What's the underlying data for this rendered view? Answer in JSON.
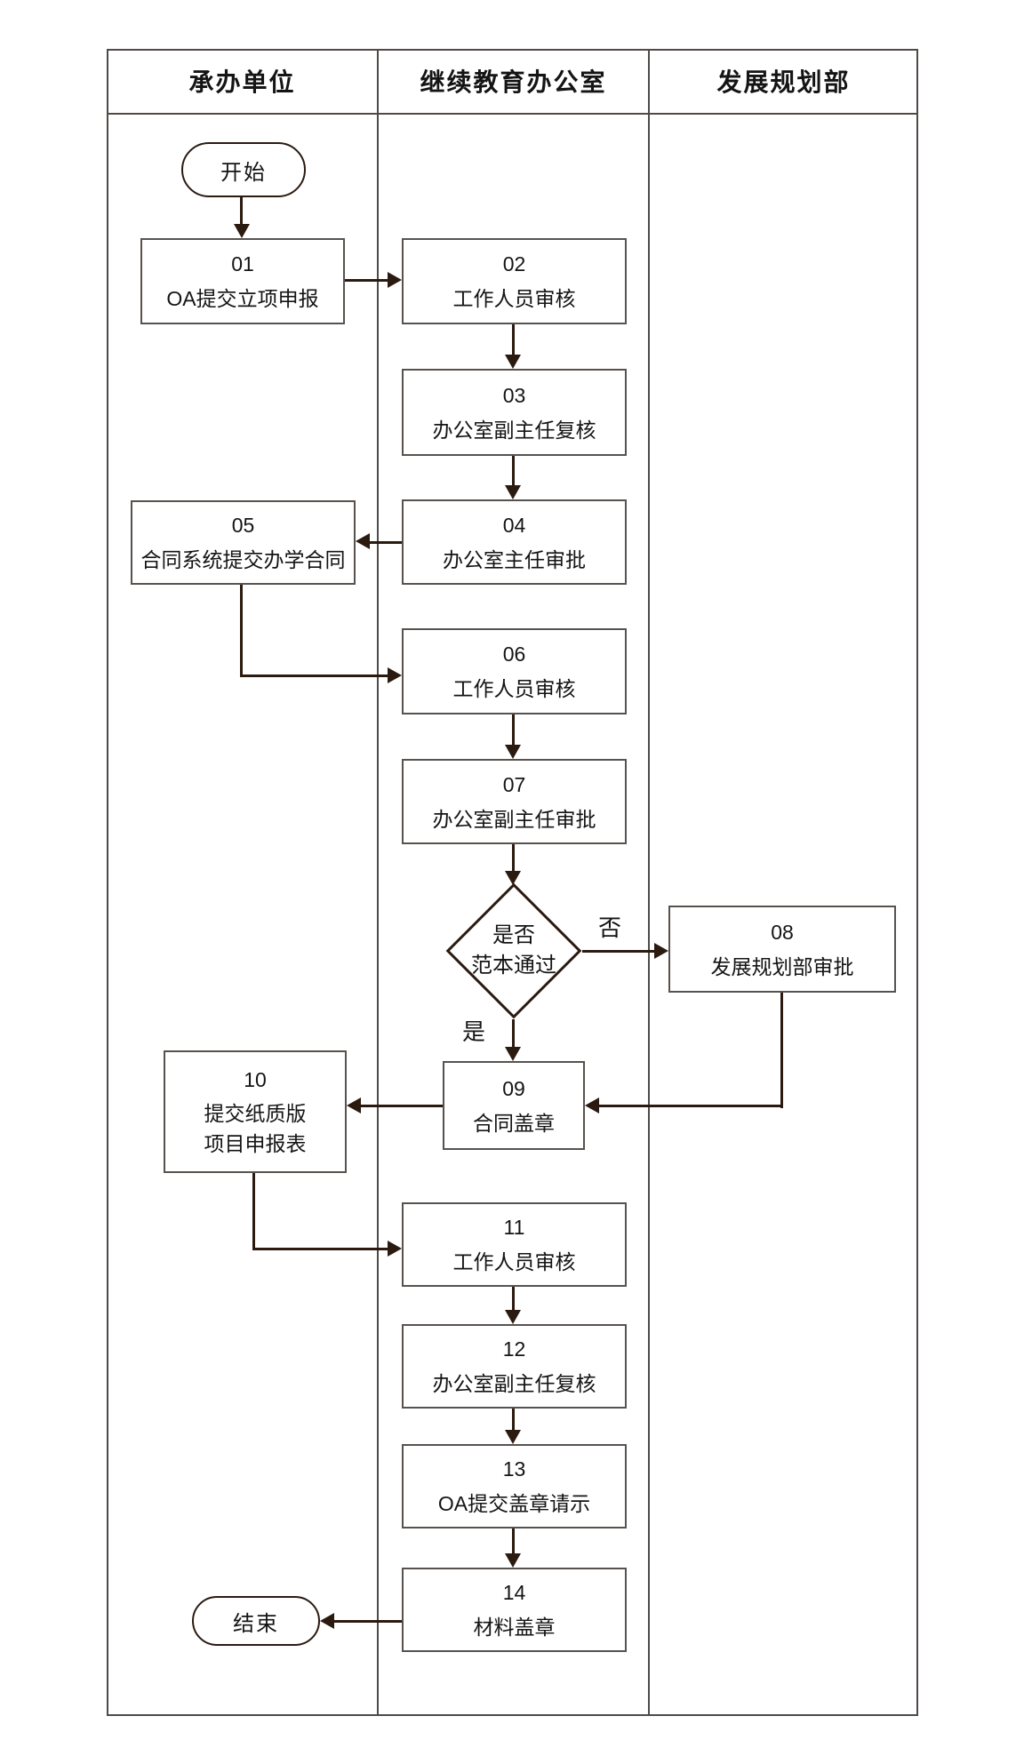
{
  "lanes": [
    {
      "title": "承办单位"
    },
    {
      "title": "继续教育办公室"
    },
    {
      "title": "发展规划部"
    }
  ],
  "nodes": {
    "start": {
      "label": "开始"
    },
    "n01": {
      "num": "01",
      "label": "OA提交立项申报"
    },
    "n02": {
      "num": "02",
      "label": "工作人员审核"
    },
    "n03": {
      "num": "03",
      "label": "办公室副主任复核"
    },
    "n04": {
      "num": "04",
      "label": "办公室主任审批"
    },
    "n05": {
      "num": "05",
      "label": "合同系统提交办学合同"
    },
    "n06": {
      "num": "06",
      "label": "工作人员审核"
    },
    "n07": {
      "num": "07",
      "label": "办公室副主任审批"
    },
    "decision": {
      "line1": "是否",
      "line2": "范本通过"
    },
    "n08": {
      "num": "08",
      "label": "发展规划部审批"
    },
    "n09": {
      "num": "09",
      "label": "合同盖章"
    },
    "n10": {
      "num": "10",
      "line1": "提交纸质版",
      "line2": "项目申报表"
    },
    "n11": {
      "num": "11",
      "label": "工作人员审核"
    },
    "n12": {
      "num": "12",
      "label": "办公室副主任复核"
    },
    "n13": {
      "num": "13",
      "label": "OA提交盖章请示"
    },
    "n14": {
      "num": "14",
      "label": "材料盖章"
    },
    "end": {
      "label": "结束"
    }
  },
  "edge_labels": {
    "no": "否",
    "yes": "是"
  },
  "colors": {
    "connector": "#2b1a10",
    "box-border": "#57524e",
    "frame-border": "#4e4a47",
    "text": "#141414",
    "bg": "#ffffff"
  }
}
